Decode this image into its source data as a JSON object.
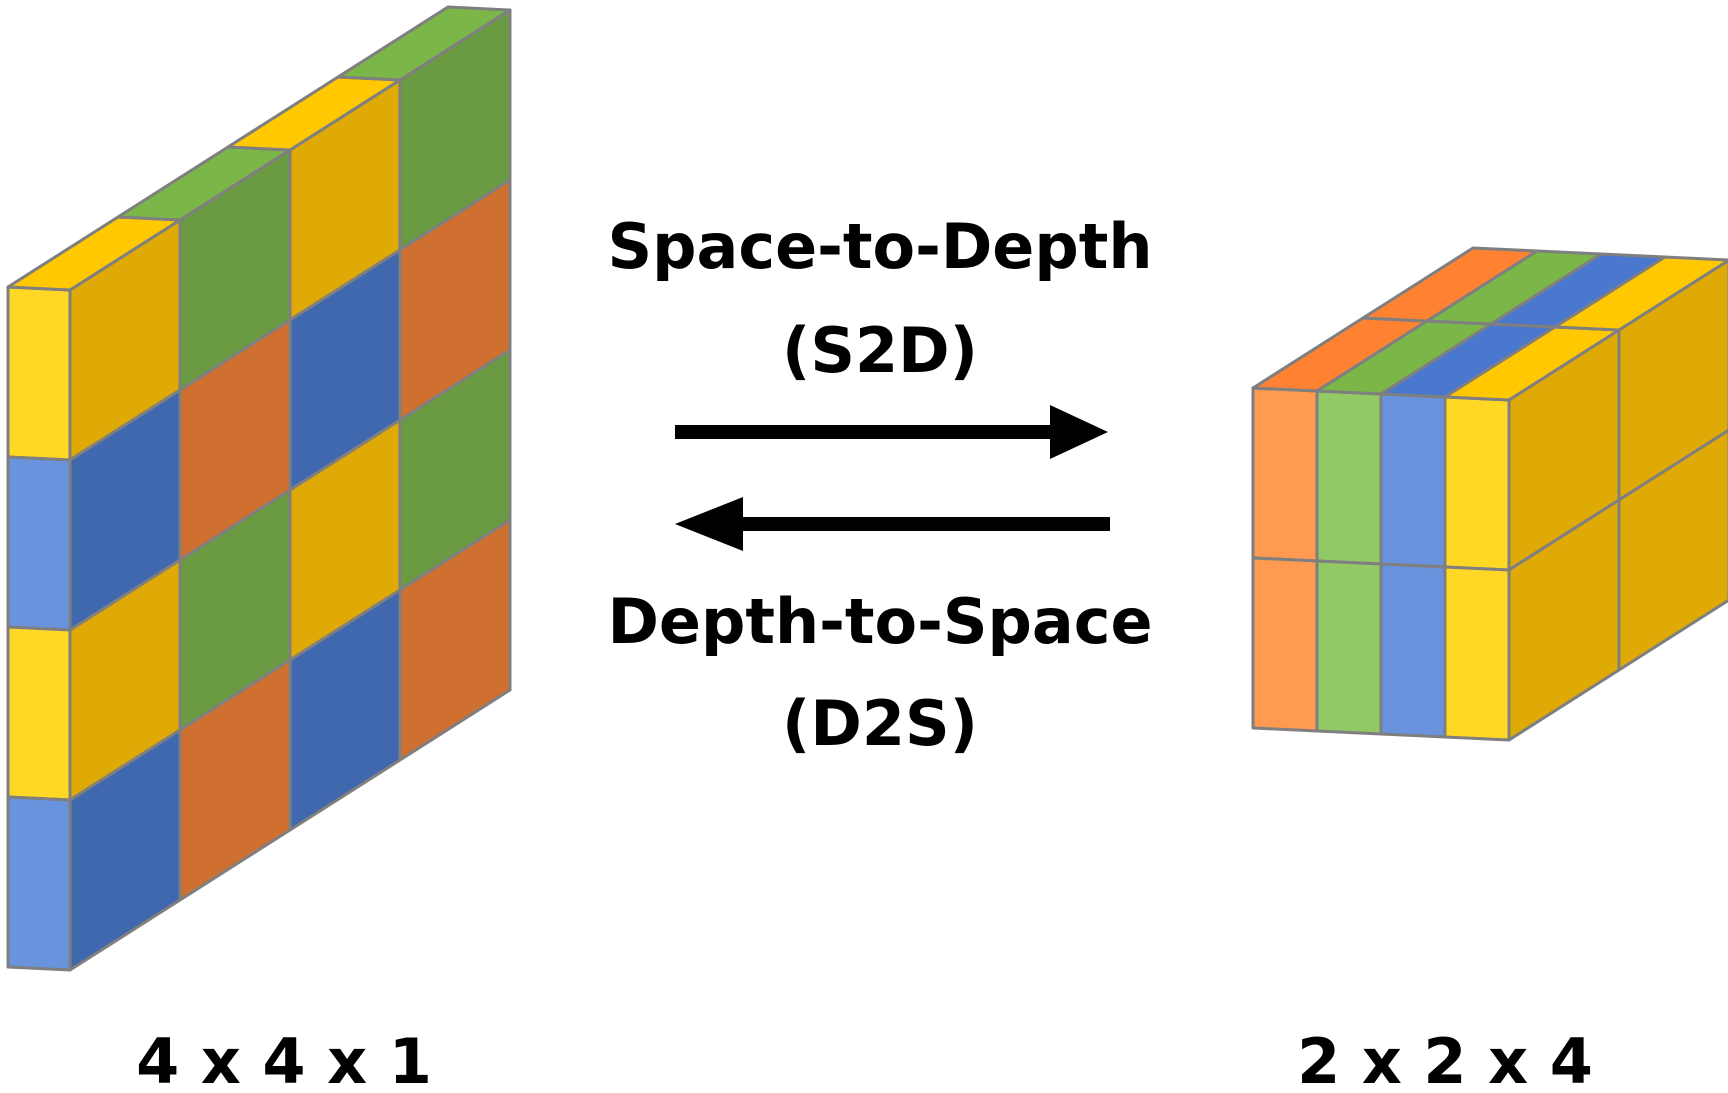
{
  "colors": {
    "yellow_front": "#E0AA06",
    "yellow_side": "#FFD826",
    "yellow_top": "#FFC800",
    "green_front": "#6A9A42",
    "green_side": "#91C964",
    "green_top": "#7AB648",
    "blue_front": "#4068AE",
    "blue_side": "#6A93DE",
    "blue_top": "#4A78CF",
    "orange_front": "#CF7031",
    "orange_side": "#FF9A50",
    "orange_top": "#FF8232",
    "edge": "#7F7F7F",
    "text": "#000000",
    "arrow": "#000000"
  },
  "left_tensor": {
    "label": "4 x 4 x 1",
    "rows": [
      [
        "yellow",
        "green",
        "yellow",
        "green"
      ],
      [
        "blue",
        "orange",
        "blue",
        "orange"
      ],
      [
        "yellow",
        "green",
        "yellow",
        "green"
      ],
      [
        "blue",
        "orange",
        "blue",
        "orange"
      ]
    ]
  },
  "right_tensor": {
    "label": "2 x 2 x 4",
    "channels": [
      "orange",
      "green",
      "blue",
      "yellow"
    ]
  },
  "forward": {
    "name": "Space-to-Depth",
    "abbr": "(S2D)"
  },
  "backward": {
    "name": "Depth-to-Space",
    "abbr": "(D2S)"
  }
}
